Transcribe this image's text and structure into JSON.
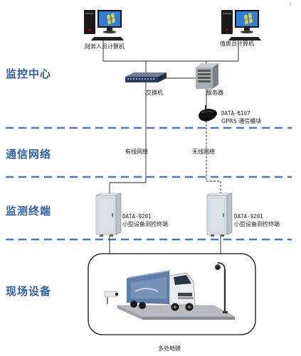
{
  "zones": {
    "monitoring_center": "监控中心",
    "communication_network": "通信网络",
    "monitoring_terminal": "监测终端",
    "site_equipment": "现场设备"
  },
  "nodes": {
    "pc_finance": "财务人员计算机",
    "pc_value": "值房员计算机",
    "switch": "交换机",
    "server": "服务器",
    "gprs_model": "DATA-6107",
    "gprs_name": "GPRS 通信模块",
    "terminal_left_model": "DATA-9201",
    "terminal_left_name": "小型设备测控终端",
    "terminal_right_model": "DATA-9201",
    "terminal_right_name": "小型设备测控终端",
    "wired": "有线网络",
    "wireless": "无线网络",
    "scale": "多处地磅"
  },
  "colors": {
    "zone_text": "#2e5fa8",
    "dash_line": "#4a78c9",
    "cabinet": "#dde2e6",
    "truck_trailer": "#5f7fa6"
  }
}
